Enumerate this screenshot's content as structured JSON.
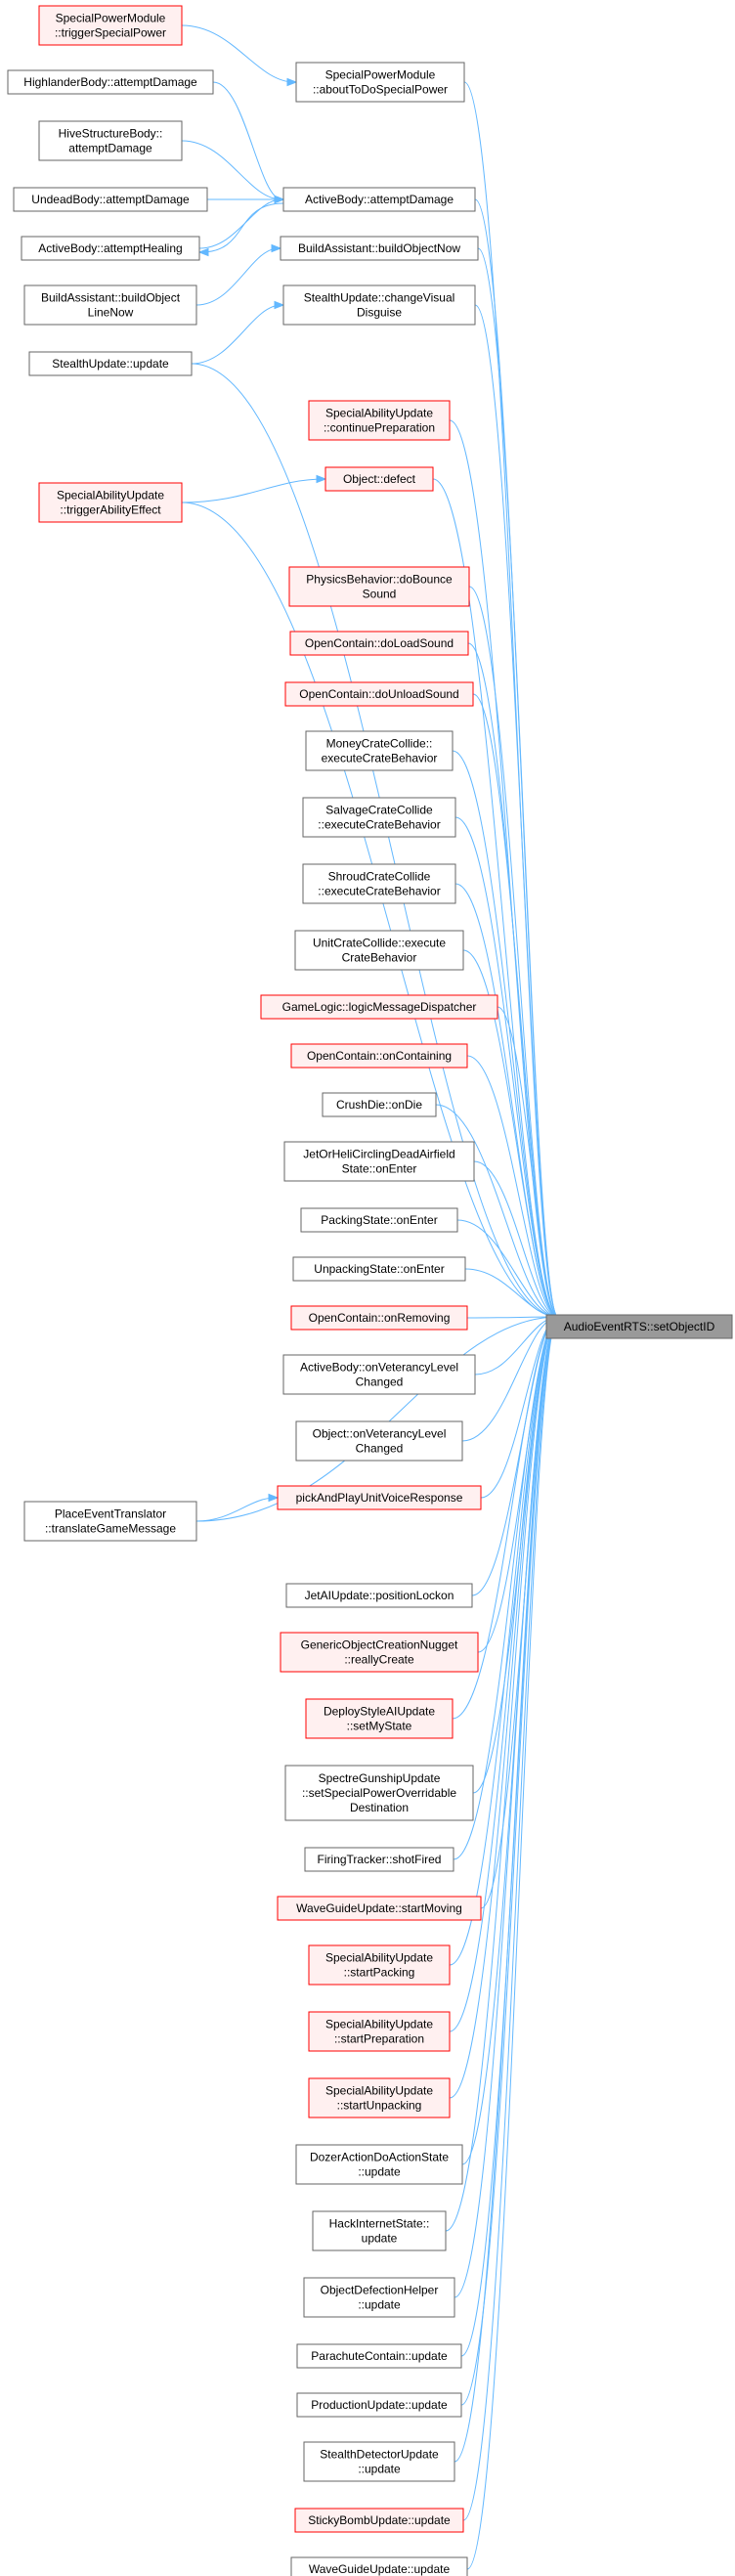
{
  "diagram": {
    "focus_node": "AudioEventRTS::setObjectID",
    "nodes": [
      {
        "id": "spm_trigger",
        "lines": [
          "SpecialPowerModule",
          "::triggerSpecialPower"
        ],
        "style": "red"
      },
      {
        "id": "spm_about",
        "lines": [
          "SpecialPowerModule",
          "::aboutToDoSpecialPower"
        ],
        "style": "normal"
      },
      {
        "id": "highlander",
        "lines": [
          "HighlanderBody::attemptDamage"
        ],
        "style": "normal"
      },
      {
        "id": "hive",
        "lines": [
          "HiveStructureBody::",
          "attemptDamage"
        ],
        "style": "normal"
      },
      {
        "id": "undead",
        "lines": [
          "UndeadBody::attemptDamage"
        ],
        "style": "normal"
      },
      {
        "id": "active_dmg",
        "lines": [
          "ActiveBody::attemptDamage"
        ],
        "style": "normal"
      },
      {
        "id": "active_heal",
        "lines": [
          "ActiveBody::attemptHealing"
        ],
        "style": "normal"
      },
      {
        "id": "ba_build",
        "lines": [
          "BuildAssistant::buildObjectNow"
        ],
        "style": "normal"
      },
      {
        "id": "ba_line",
        "lines": [
          "BuildAssistant::buildObject",
          "LineNow"
        ],
        "style": "normal"
      },
      {
        "id": "stealth_change",
        "lines": [
          "StealthUpdate::changeVisual",
          "Disguise"
        ],
        "style": "normal"
      },
      {
        "id": "stealth_update",
        "lines": [
          "StealthUpdate::update"
        ],
        "style": "normal"
      },
      {
        "id": "sau_continue",
        "lines": [
          "SpecialAbilityUpdate",
          "::continuePreparation"
        ],
        "style": "red"
      },
      {
        "id": "sau_trigger",
        "lines": [
          "SpecialAbilityUpdate",
          "::triggerAbilityEffect"
        ],
        "style": "red"
      },
      {
        "id": "obj_defect",
        "lines": [
          "Object::defect"
        ],
        "style": "red"
      },
      {
        "id": "phys",
        "lines": [
          "PhysicsBehavior::doBounce",
          "Sound"
        ],
        "style": "red"
      },
      {
        "id": "oc_load",
        "lines": [
          "OpenContain::doLoadSound"
        ],
        "style": "red"
      },
      {
        "id": "oc_unload",
        "lines": [
          "OpenContain::doUnloadSound"
        ],
        "style": "red"
      },
      {
        "id": "money",
        "lines": [
          "MoneyCrateCollide::",
          "executeCrateBehavior"
        ],
        "style": "normal"
      },
      {
        "id": "salvage",
        "lines": [
          "SalvageCrateCollide",
          "::executeCrateBehavior"
        ],
        "style": "normal"
      },
      {
        "id": "shroud",
        "lines": [
          "ShroudCrateCollide",
          "::executeCrateBehavior"
        ],
        "style": "normal"
      },
      {
        "id": "unitcrate",
        "lines": [
          "UnitCrateCollide::execute",
          "CrateBehavior"
        ],
        "style": "normal"
      },
      {
        "id": "gamelogic",
        "lines": [
          "GameLogic::logicMessageDispatcher"
        ],
        "style": "red"
      },
      {
        "id": "oc_containing",
        "lines": [
          "OpenContain::onContaining"
        ],
        "style": "red"
      },
      {
        "id": "crushdie",
        "lines": [
          "CrushDie::onDie"
        ],
        "style": "normal"
      },
      {
        "id": "jetorheli",
        "lines": [
          "JetOrHeliCirclingDeadAirfield",
          "State::onEnter"
        ],
        "style": "normal"
      },
      {
        "id": "packing",
        "lines": [
          "PackingState::onEnter"
        ],
        "style": "normal"
      },
      {
        "id": "unpacking",
        "lines": [
          "UnpackingState::onEnter"
        ],
        "style": "normal"
      },
      {
        "id": "oc_removing",
        "lines": [
          "OpenContain::onRemoving"
        ],
        "style": "red"
      },
      {
        "id": "active_vet",
        "lines": [
          "ActiveBody::onVeterancyLevel",
          "Changed"
        ],
        "style": "normal"
      },
      {
        "id": "obj_vet",
        "lines": [
          "Object::onVeterancyLevel",
          "Changed"
        ],
        "style": "normal"
      },
      {
        "id": "pickandplay",
        "lines": [
          "pickAndPlayUnitVoiceResponse"
        ],
        "style": "red"
      },
      {
        "id": "placeevent",
        "lines": [
          "PlaceEventTranslator",
          "::translateGameMessage"
        ],
        "style": "normal"
      },
      {
        "id": "jetai",
        "lines": [
          "JetAIUpdate::positionLockon"
        ],
        "style": "normal"
      },
      {
        "id": "generic",
        "lines": [
          "GenericObjectCreationNugget",
          "::reallyCreate"
        ],
        "style": "red"
      },
      {
        "id": "deploy",
        "lines": [
          "DeployStyleAIUpdate",
          "::setMyState"
        ],
        "style": "red"
      },
      {
        "id": "spectre",
        "lines": [
          "SpectreGunshipUpdate",
          "::setSpecialPowerOverridable",
          "Destination"
        ],
        "style": "normal"
      },
      {
        "id": "firing",
        "lines": [
          "FiringTracker::shotFired"
        ],
        "style": "normal"
      },
      {
        "id": "waveguide_move",
        "lines": [
          "WaveGuideUpdate::startMoving"
        ],
        "style": "red"
      },
      {
        "id": "sau_packing",
        "lines": [
          "SpecialAbilityUpdate",
          "::startPacking"
        ],
        "style": "red"
      },
      {
        "id": "sau_prep",
        "lines": [
          "SpecialAbilityUpdate",
          "::startPreparation"
        ],
        "style": "red"
      },
      {
        "id": "sau_unpack",
        "lines": [
          "SpecialAbilityUpdate",
          "::startUnpacking"
        ],
        "style": "red"
      },
      {
        "id": "dozer",
        "lines": [
          "DozerActionDoActionState",
          "::update"
        ],
        "style": "normal"
      },
      {
        "id": "hack",
        "lines": [
          "HackInternetState::",
          "update"
        ],
        "style": "normal"
      },
      {
        "id": "objdefhelper",
        "lines": [
          "ObjectDefectionHelper",
          "::update"
        ],
        "style": "normal"
      },
      {
        "id": "parachute",
        "lines": [
          "ParachuteContain::update"
        ],
        "style": "normal"
      },
      {
        "id": "production",
        "lines": [
          "ProductionUpdate::update"
        ],
        "style": "normal"
      },
      {
        "id": "stealthdet",
        "lines": [
          "StealthDetectorUpdate",
          "::update"
        ],
        "style": "normal"
      },
      {
        "id": "stickybomb",
        "lines": [
          "StickyBombUpdate::update"
        ],
        "style": "red"
      },
      {
        "id": "waveguide_update",
        "lines": [
          "WaveGuideUpdate::update"
        ],
        "style": "normal"
      },
      {
        "id": "focus",
        "lines": [
          "AudioEventRTS::setObjectID"
        ],
        "style": "focus"
      }
    ],
    "edges": [
      [
        "spm_trigger",
        "spm_about"
      ],
      [
        "highlander",
        "active_dmg"
      ],
      [
        "hive",
        "active_dmg"
      ],
      [
        "undead",
        "active_dmg"
      ],
      [
        "active_heal",
        "active_dmg"
      ],
      [
        "active_dmg",
        "active_heal"
      ],
      [
        "ba_line",
        "ba_build"
      ],
      [
        "stealth_update",
        "stealth_change"
      ],
      [
        "sau_trigger",
        "obj_defect"
      ],
      [
        "placeevent",
        "pickandplay"
      ],
      [
        "spm_about",
        "focus"
      ],
      [
        "active_dmg",
        "focus"
      ],
      [
        "ba_build",
        "focus"
      ],
      [
        "stealth_change",
        "focus"
      ],
      [
        "stealth_update",
        "focus"
      ],
      [
        "sau_continue",
        "focus"
      ],
      [
        "obj_defect",
        "focus"
      ],
      [
        "sau_trigger",
        "focus"
      ],
      [
        "phys",
        "focus"
      ],
      [
        "oc_load",
        "focus"
      ],
      [
        "oc_unload",
        "focus"
      ],
      [
        "money",
        "focus"
      ],
      [
        "salvage",
        "focus"
      ],
      [
        "shroud",
        "focus"
      ],
      [
        "unitcrate",
        "focus"
      ],
      [
        "gamelogic",
        "focus"
      ],
      [
        "oc_containing",
        "focus"
      ],
      [
        "crushdie",
        "focus"
      ],
      [
        "jetorheli",
        "focus"
      ],
      [
        "packing",
        "focus"
      ],
      [
        "unpacking",
        "focus"
      ],
      [
        "oc_removing",
        "focus"
      ],
      [
        "active_vet",
        "focus"
      ],
      [
        "obj_vet",
        "focus"
      ],
      [
        "pickandplay",
        "focus"
      ],
      [
        "placeevent",
        "focus"
      ],
      [
        "jetai",
        "focus"
      ],
      [
        "generic",
        "focus"
      ],
      [
        "deploy",
        "focus"
      ],
      [
        "spectre",
        "focus"
      ],
      [
        "firing",
        "focus"
      ],
      [
        "waveguide_move",
        "focus"
      ],
      [
        "sau_packing",
        "focus"
      ],
      [
        "sau_prep",
        "focus"
      ],
      [
        "sau_unpack",
        "focus"
      ],
      [
        "dozer",
        "focus"
      ],
      [
        "hack",
        "focus"
      ],
      [
        "objdefhelper",
        "focus"
      ],
      [
        "parachute",
        "focus"
      ],
      [
        "production",
        "focus"
      ],
      [
        "stealthdet",
        "focus"
      ],
      [
        "stickybomb",
        "focus"
      ],
      [
        "waveguide_update",
        "focus"
      ]
    ]
  }
}
